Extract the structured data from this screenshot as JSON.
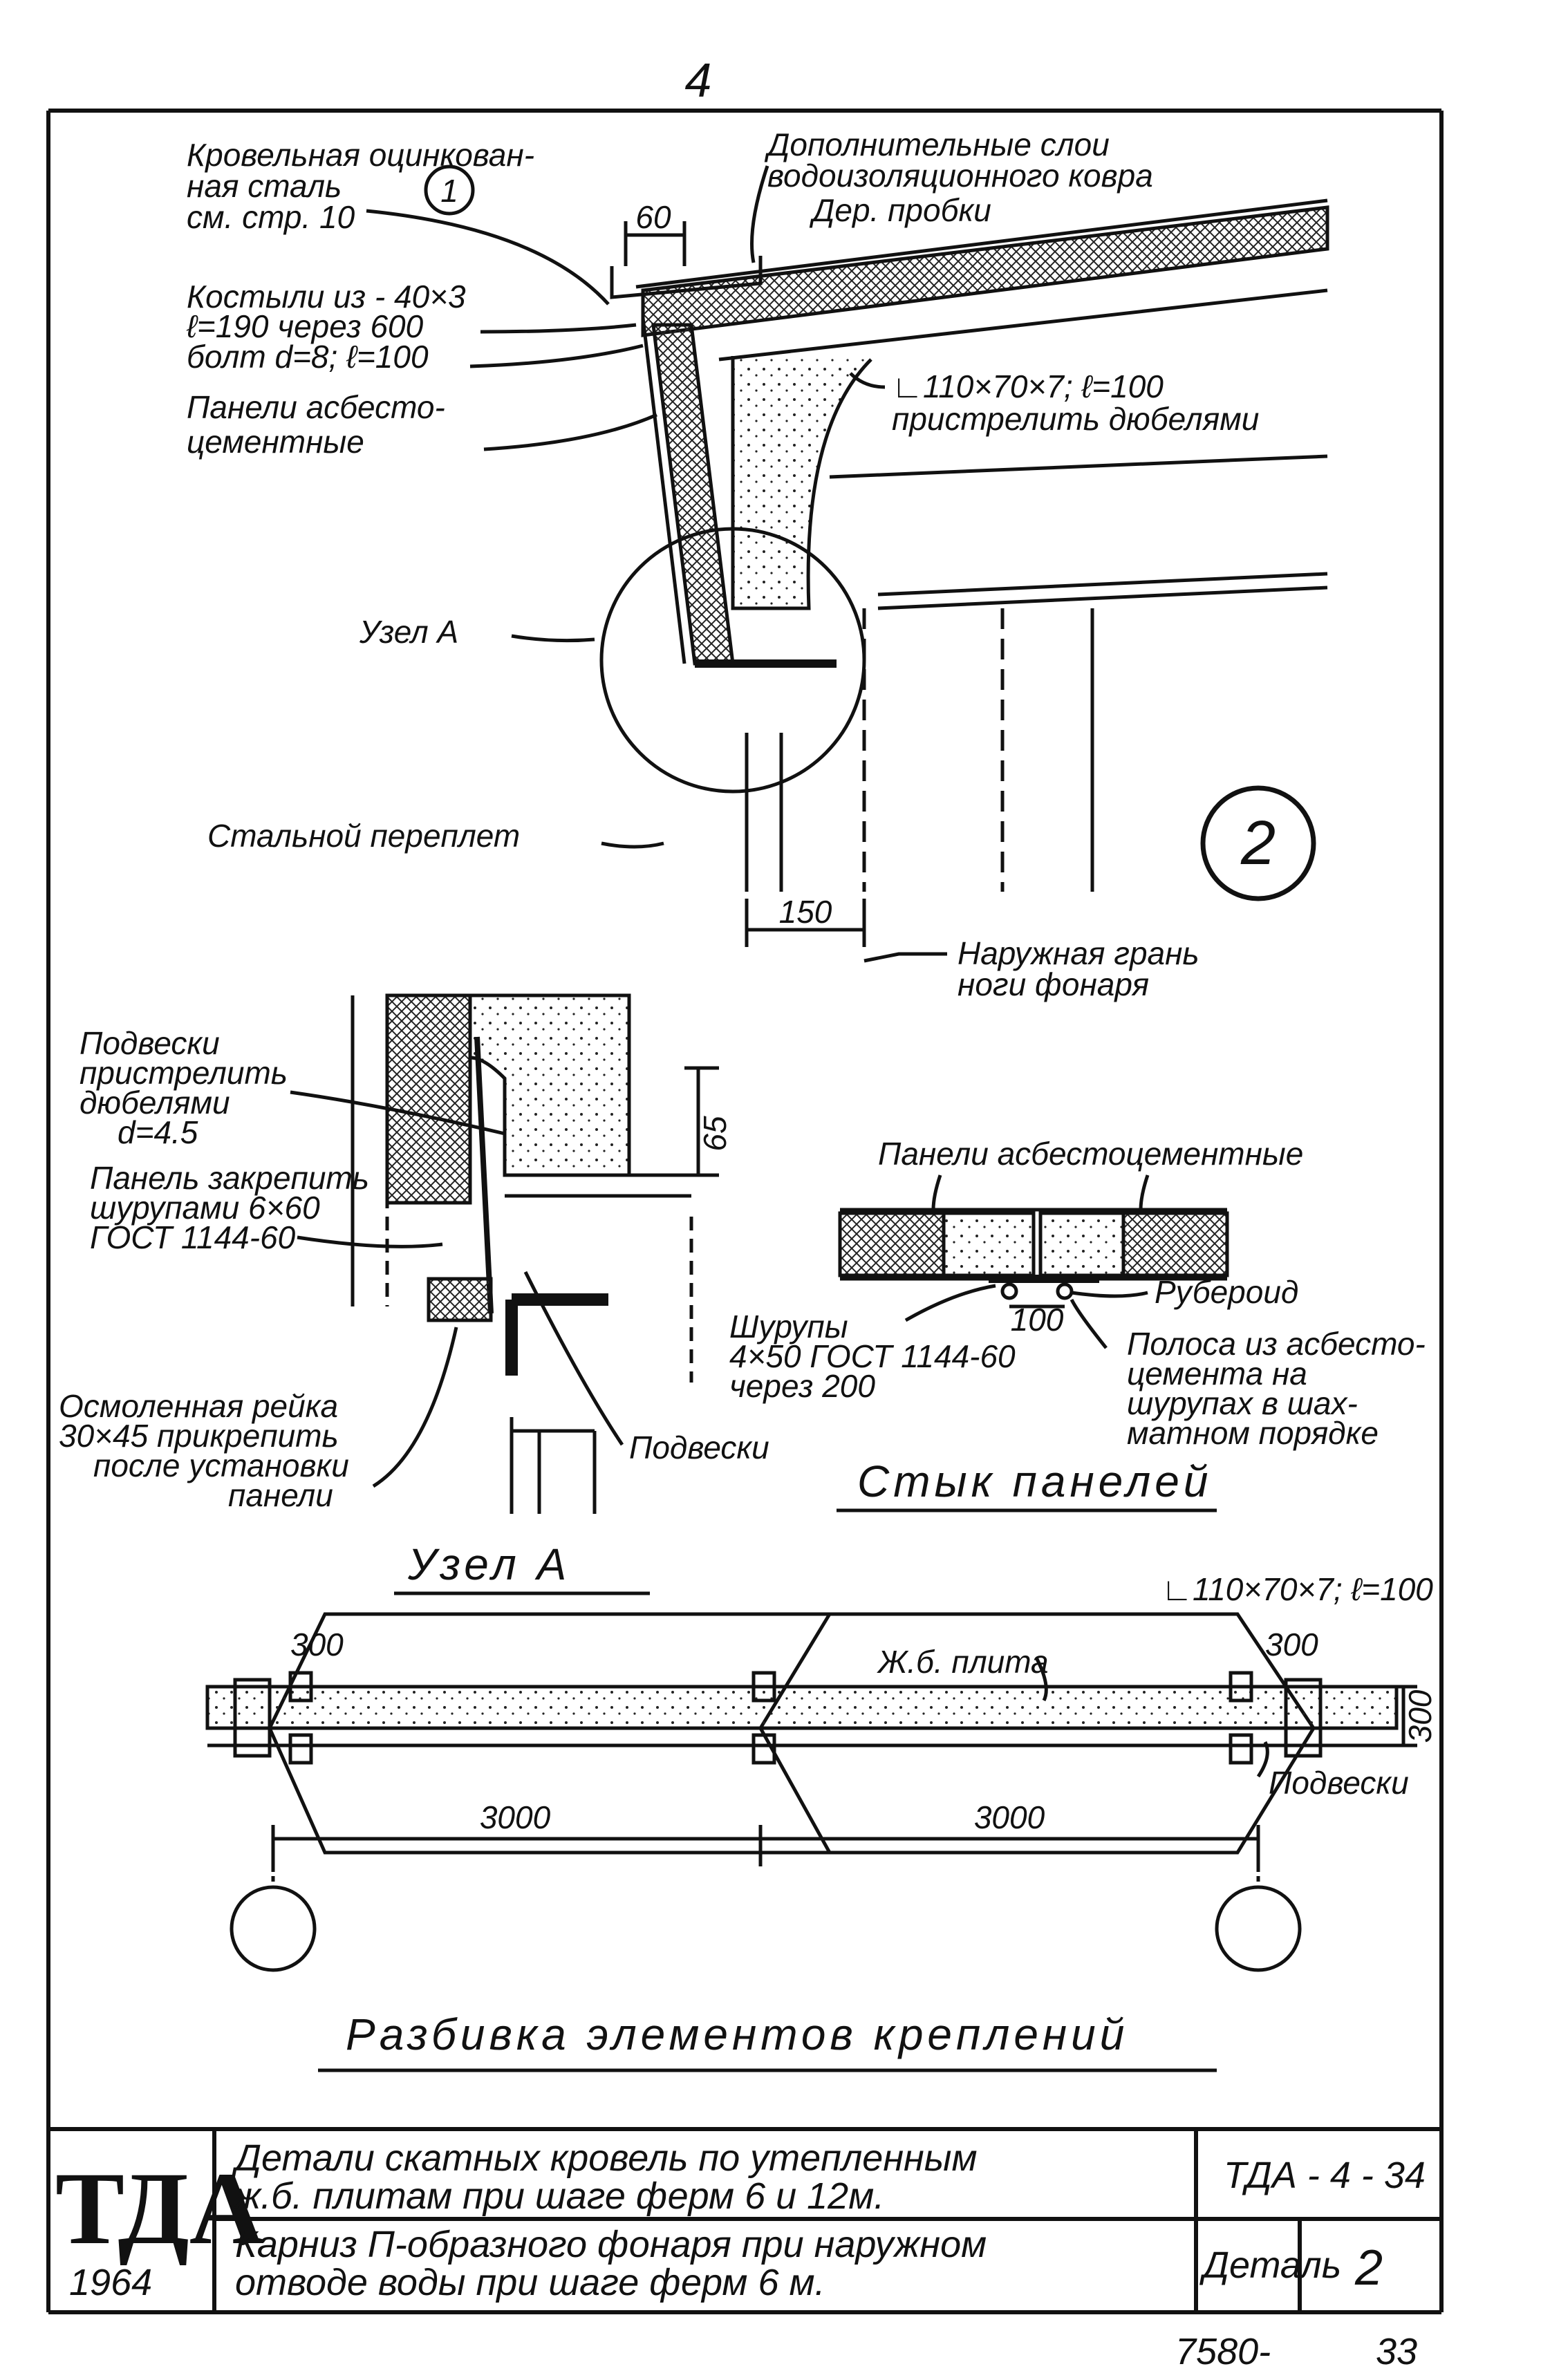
{
  "sheet": {
    "page_number": "4",
    "detail_mark": "2",
    "sheet_number": "7580-",
    "page_index": "33"
  },
  "top_detail": {
    "callouts": [
      "Кровельная оцинкован-",
      "ная сталь",
      "см. стр. 10",
      "Дополнительные слои",
      "водоизоляционного ковра",
      "Дер. пробки",
      "Костыли из - 40×3",
      "ℓ=190 через 600",
      "болт d=8; ℓ=100",
      "∟110×70×7; ℓ=100",
      "пристрелить дюбелями",
      "Панели асбесто-",
      "цементные",
      "Узел А",
      "Стальной переплет",
      "Наружная грань",
      "ноги фонаря"
    ],
    "callout_ref": "1",
    "dims": [
      "60",
      "150"
    ]
  },
  "node_a": {
    "title": "Узел А",
    "callouts": [
      "Подвески",
      "пристрелить",
      "дюбелями",
      "d=4.5",
      "Панель закрепить",
      "шурупами 6×60",
      "ГОСТ 1144-60",
      "Осмоленная рейка",
      "30×45 прикрепить",
      "после установки",
      "панели",
      "Подвески"
    ],
    "dim": "65"
  },
  "joint": {
    "title": "Стык панелей",
    "callouts": [
      "Панели асбестоцементные",
      "Рубероид",
      "Шурупы",
      "4×50 ГОСТ 1144-60",
      "через 200",
      "Полоса из асбесто-",
      "цемента на",
      "шурупах в шах-",
      "матном порядке"
    ],
    "dim": "100"
  },
  "layout_plan": {
    "title": "Разбивка элементов креплений",
    "callouts": [
      "∟110×70×7; ℓ=100",
      "Ж.б. плита",
      "Подвески"
    ],
    "dims": [
      "300",
      "300",
      "300",
      "3000",
      "3000"
    ]
  },
  "title_block": {
    "brand": "ТДА",
    "year": "1964",
    "line1": "Детали скатных кровель по утепленным",
    "line2": "ж.б. плитам при шаге ферм 6 и 12м.",
    "line3": "Карниз П-образного фонаря при наружном",
    "line4": "отводе воды при шаге ферм 6 м.",
    "code": "ТДА - 4 - 34",
    "detail_label": "Деталь",
    "detail_num": "2"
  }
}
